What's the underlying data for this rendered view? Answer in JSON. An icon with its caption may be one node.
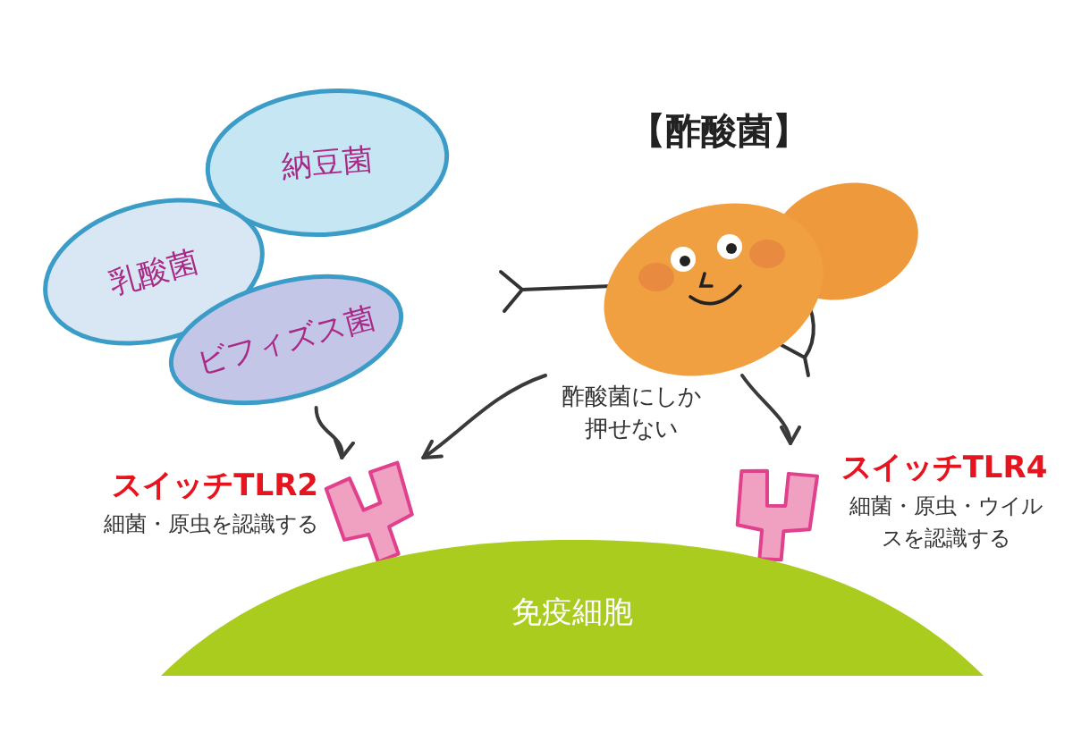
{
  "diagram": {
    "nodes": [
      {
        "text": [
          "納豆菌"
        ]
      },
      {
        "text": [
          "乳酸菌"
        ]
      },
      {
        "text": [
          "ビフィズス菌"
        ]
      },
      {
        "text": [
          "【酢酸菌】"
        ]
      },
      {
        "text": [
          "スイッチTLR2",
          "細菌・原虫を認識する"
        ]
      },
      {
        "text": [
          "スイッチTLR4",
          "細菌・原虫・ウイルスを認識する"
        ]
      },
      {
        "text": [
          "免疫細胞"
        ]
      }
    ],
    "edges": [
      {
        "from": 2,
        "to": 4,
        "arrow": "to"
      },
      {
        "from": 3,
        "to": 4,
        "arrow": "to"
      },
      {
        "from": 3,
        "to": 5,
        "arrow": "to"
      }
    ],
    "labels": [
      "酢酸菌にしか押せない"
    ]
  }
}
